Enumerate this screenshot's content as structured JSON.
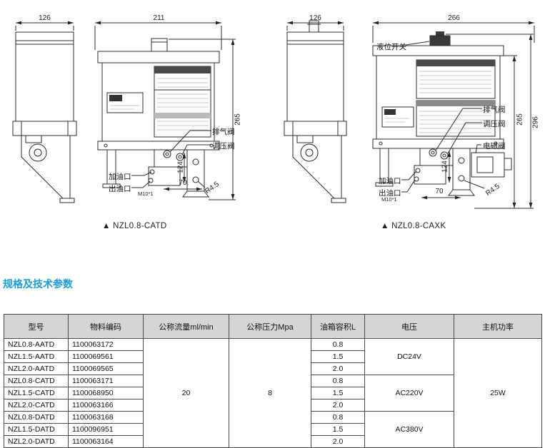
{
  "colors": {
    "accent": "#1b9dd9",
    "table_header_bg": "#d5d5d5",
    "line": "#2b2b2b"
  },
  "drawings": {
    "left": {
      "caption": "▲ NZL0.8-CATD",
      "dim_side_width": "126",
      "dim_front_width": "211",
      "dim_height": "265",
      "dim_port_span": "70",
      "dim_bracket_height": "124",
      "dim_radius": "R4.5",
      "thread": "M10*1",
      "label_exhaust_valve": "排气阀",
      "label_pressure_valve": "调压阀",
      "label_fill_port": "加油口",
      "label_outlet_port": "出油口"
    },
    "right": {
      "caption": "▲ NZL0.8-CAXK",
      "dim_side_width": "126",
      "dim_front_width": "266",
      "dim_total_height": "296",
      "dim_height": "265",
      "dim_port_span": "70",
      "dim_bracket_height": "124",
      "dim_radius": "R4.5",
      "thread": "M10*1",
      "label_level_switch": "液位开关",
      "label_exhaust_valve": "排气阀",
      "label_pressure_valve": "调压阀",
      "label_solenoid_valve": "电磁阀",
      "label_fill_port": "加油口",
      "label_outlet_port": "出油口"
    }
  },
  "section": {
    "title": "规格及技术参数"
  },
  "table": {
    "headers": {
      "model": "型号",
      "code": "物料编码",
      "flow": "公称流量ml/min",
      "pressure": "公称压力Mpa",
      "tank": "油箱容积L",
      "voltage": "电压",
      "power": "主机功率"
    },
    "rows": [
      {
        "model": "NZL0.8-AATD",
        "code": "1100063172",
        "tank": "0.8"
      },
      {
        "model": "NZL1.5-AATD",
        "code": "1100069561",
        "tank": "1.5"
      },
      {
        "model": "NZL2.0-AATD",
        "code": "1100069565",
        "tank": "2.0"
      },
      {
        "model": "NZL0.8-CATD",
        "code": "1100063171",
        "tank": "0.8"
      },
      {
        "model": "NZL1.5-CATD",
        "code": "1100068950",
        "tank": "1.5"
      },
      {
        "model": "NZL2.0-CATD",
        "code": "1100063166",
        "tank": "2.0"
      },
      {
        "model": "NZL0.8-DATD",
        "code": "1100063168",
        "tank": "0.8"
      },
      {
        "model": "NZL1.5-DATD",
        "code": "1100096951",
        "tank": "1.5"
      },
      {
        "model": "NZL2.0-DATD",
        "code": "1100063164",
        "tank": "2.0"
      }
    ],
    "merged": {
      "flow": "20",
      "pressure": "8",
      "voltage_groups": [
        "DC24V",
        "AC220V",
        "AC380V"
      ],
      "power": "25W"
    }
  }
}
